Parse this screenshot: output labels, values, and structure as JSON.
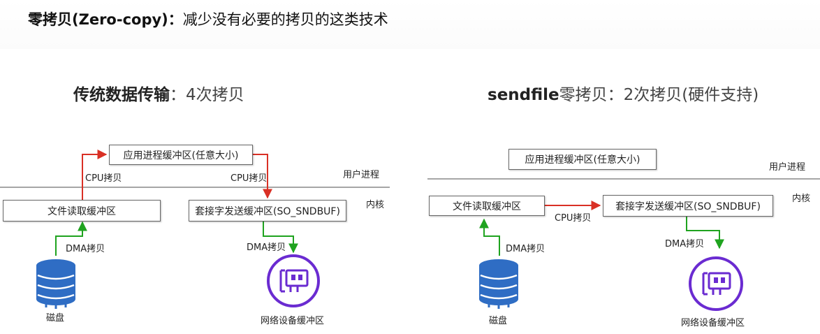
{
  "heading": {
    "strong": "零拷贝(Zero-copy)：",
    "rest": "减少没有必要的拷贝的这类技术"
  },
  "left": {
    "title_strong": "传统数据传输",
    "title_rest": "：4次拷贝",
    "user_buffer": "应用进程缓冲区(任意大小)",
    "file_buffer": "文件读取缓冲区",
    "socket_buffer": "套接字发送缓冲区(SO_SNDBUF)",
    "cpu_copy_up": "CPU拷贝",
    "cpu_copy_down": "CPU拷贝",
    "dma_copy_in": "DMA拷贝",
    "dma_copy_out": "DMA拷贝",
    "user_space": "用户进程",
    "kernel": "内核",
    "disk": "磁盘",
    "nic": "网络设备缓冲区"
  },
  "right": {
    "title_strong": "sendfile",
    "title_rest": "零拷贝：2次拷贝(硬件支持)",
    "user_buffer": "应用进程缓冲区(任意大小)",
    "file_buffer": "文件读取缓冲区",
    "socket_buffer": "套接字发送缓冲区(SO_SNDBUF)",
    "cpu_copy": "CPU拷贝",
    "dma_copy_in": "DMA拷贝",
    "dma_copy_out": "DMA拷贝",
    "user_space": "用户进程",
    "kernel": "内核",
    "disk": "磁盘",
    "nic": "网络设备缓冲区"
  },
  "colors": {
    "cpu_arrow": "#d93025",
    "dma_arrow": "#1fa31f",
    "disk_icon": "#2f6dc4",
    "nic_icon": "#6a2bd1",
    "divider": "#888888"
  }
}
